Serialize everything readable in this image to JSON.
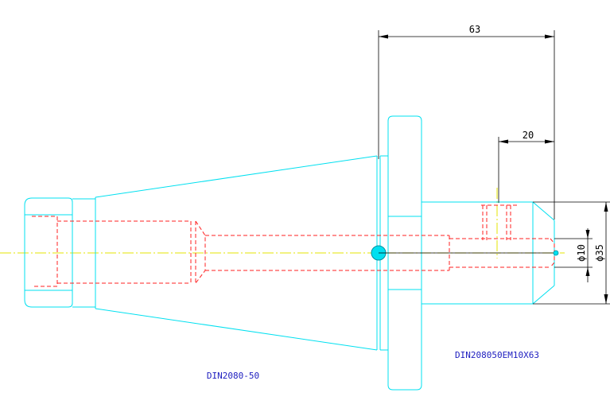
{
  "dimensions": {
    "length_total": "63",
    "length_inner": "20",
    "diameter_small": "ϕ10",
    "diameter_large": "ϕ35"
  },
  "labels": {
    "taper_standard": "DIN2080-50",
    "part_number": "DIN208050EM10X63"
  },
  "colors": {
    "outline": "#00e0f0",
    "hidden_lines": "#ff2020",
    "center_line": "#e6e600",
    "dimension": "#000000",
    "label_text": "#2020c0"
  }
}
